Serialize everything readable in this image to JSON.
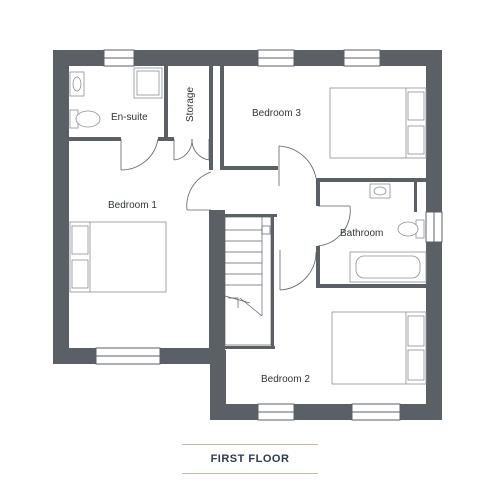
{
  "rooms": {
    "en_suite": "En-suite",
    "storage": "Storage",
    "bedroom_1": "Bedroom 1",
    "bedroom_2": "Bedroom 2",
    "bedroom_3": "Bedroom 3",
    "bathroom": "Bathroom"
  },
  "floor_title": "FIRST FLOOR",
  "colors": {
    "wall": "#5b6066",
    "fixture": "#9aa0a5",
    "text": "#2e3437",
    "title": "#2e3a52",
    "title_rule": "#c9b8a7"
  }
}
